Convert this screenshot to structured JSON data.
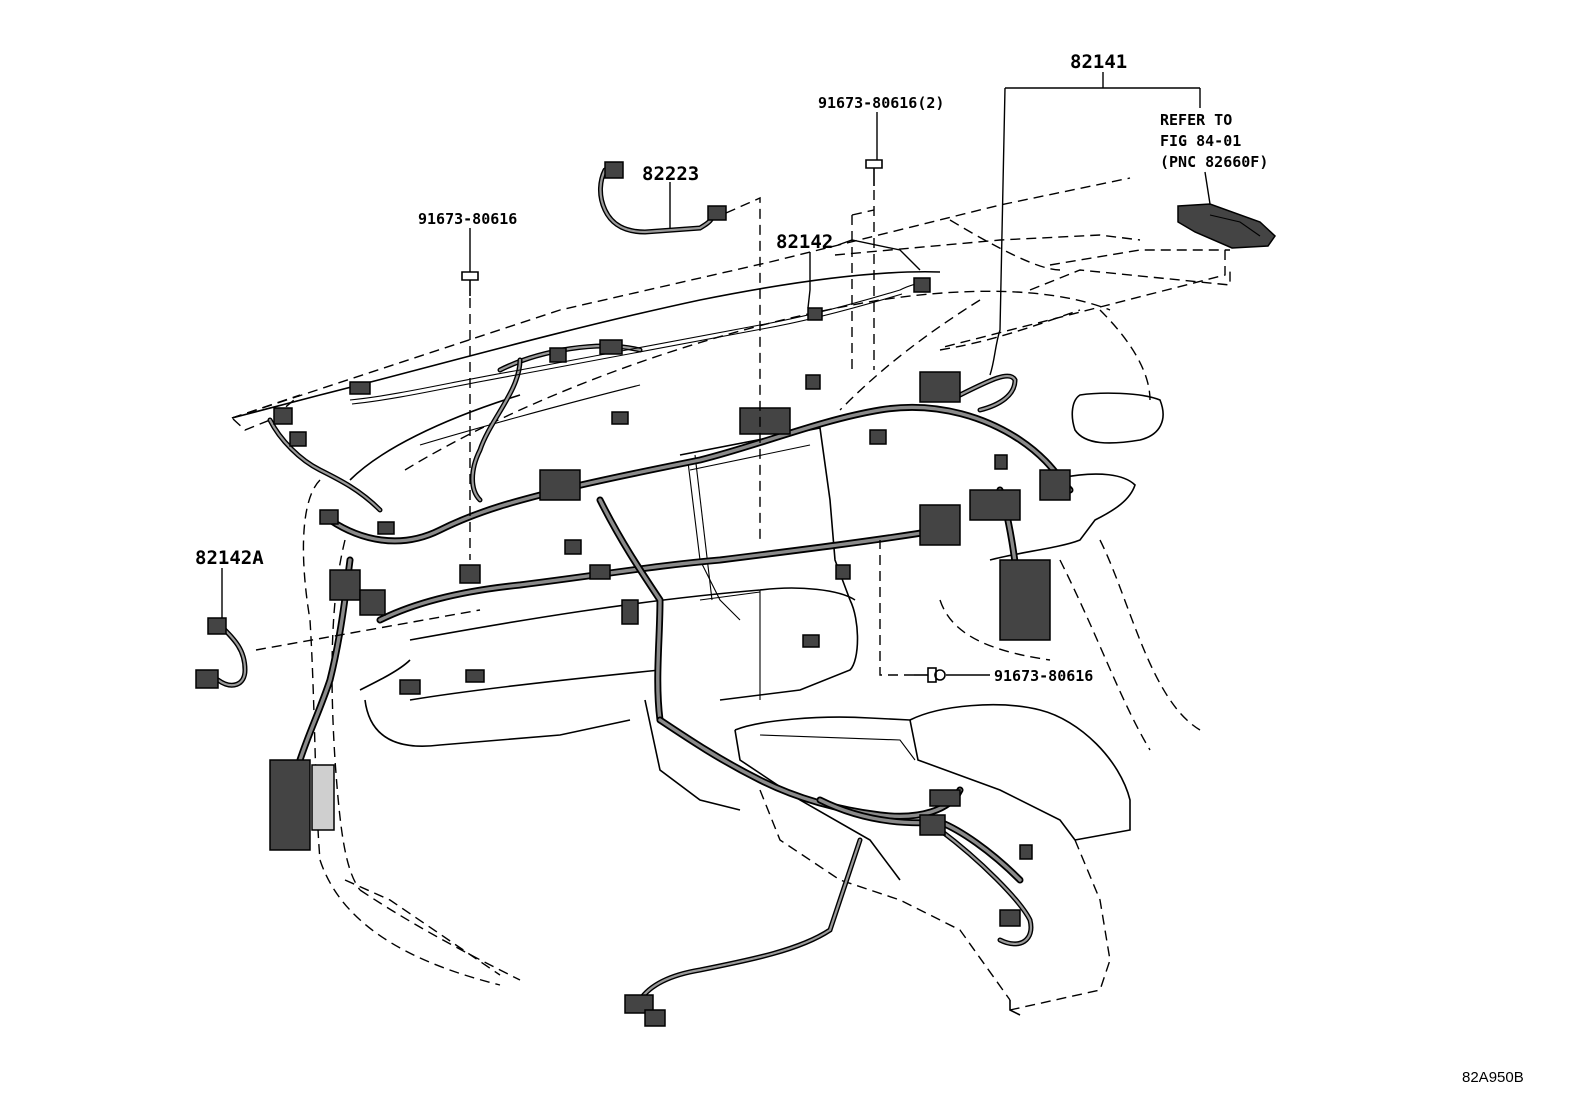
{
  "labels": {
    "p82141": "82141",
    "refer_line1": "REFER TO",
    "refer_line2": "FIG 84-01",
    "refer_line3": "(PNC 82660F)",
    "p91673_2": "91673-80616(2)",
    "p82223": "82223",
    "p91673_a": "91673-80616",
    "p82142": "82142",
    "p82142A": "82142A",
    "p91673_b": "91673-80616",
    "figure_code": "82A950B"
  },
  "icons": {
    "bolt": "bolt-icon",
    "connector": "connector-icon"
  },
  "colors": {
    "line": "#000000",
    "background": "#ffffff",
    "wire_fill": "#8a8a8a"
  }
}
